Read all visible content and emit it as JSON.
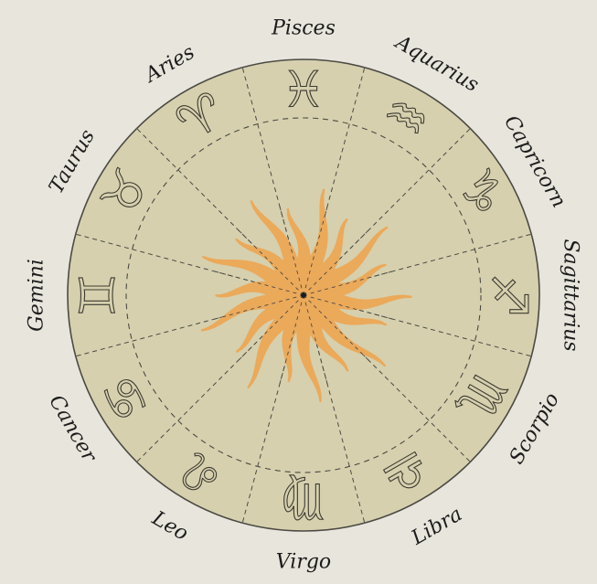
{
  "signs": [
    {
      "name": "Pisces",
      "glyph": "♓"
    },
    {
      "name": "Aquarius",
      "glyph": "♒"
    },
    {
      "name": "Capricorn",
      "glyph": "♑"
    },
    {
      "name": "Sagittarius",
      "glyph": "♐"
    },
    {
      "name": "Scorpio",
      "glyph": "♏"
    },
    {
      "name": "Libra",
      "glyph": "♎"
    },
    {
      "name": "Virgo",
      "glyph": "♍"
    },
    {
      "name": "Leo",
      "glyph": "♌"
    },
    {
      "name": "Cancer",
      "glyph": "♋"
    },
    {
      "name": "Gemini",
      "glyph": "♊"
    },
    {
      "name": "Taurus",
      "glyph": "♉"
    },
    {
      "name": "Aries",
      "glyph": "♈"
    }
  ],
  "colors": {
    "background": "#e8e5dc",
    "wheel_fill": "#d6d0ae",
    "wheel_stroke": "#4b4a44",
    "sun_fill": "#eba95a",
    "divider_stroke": "#4b4a44"
  },
  "icons": {
    "center": "sun-icon"
  }
}
